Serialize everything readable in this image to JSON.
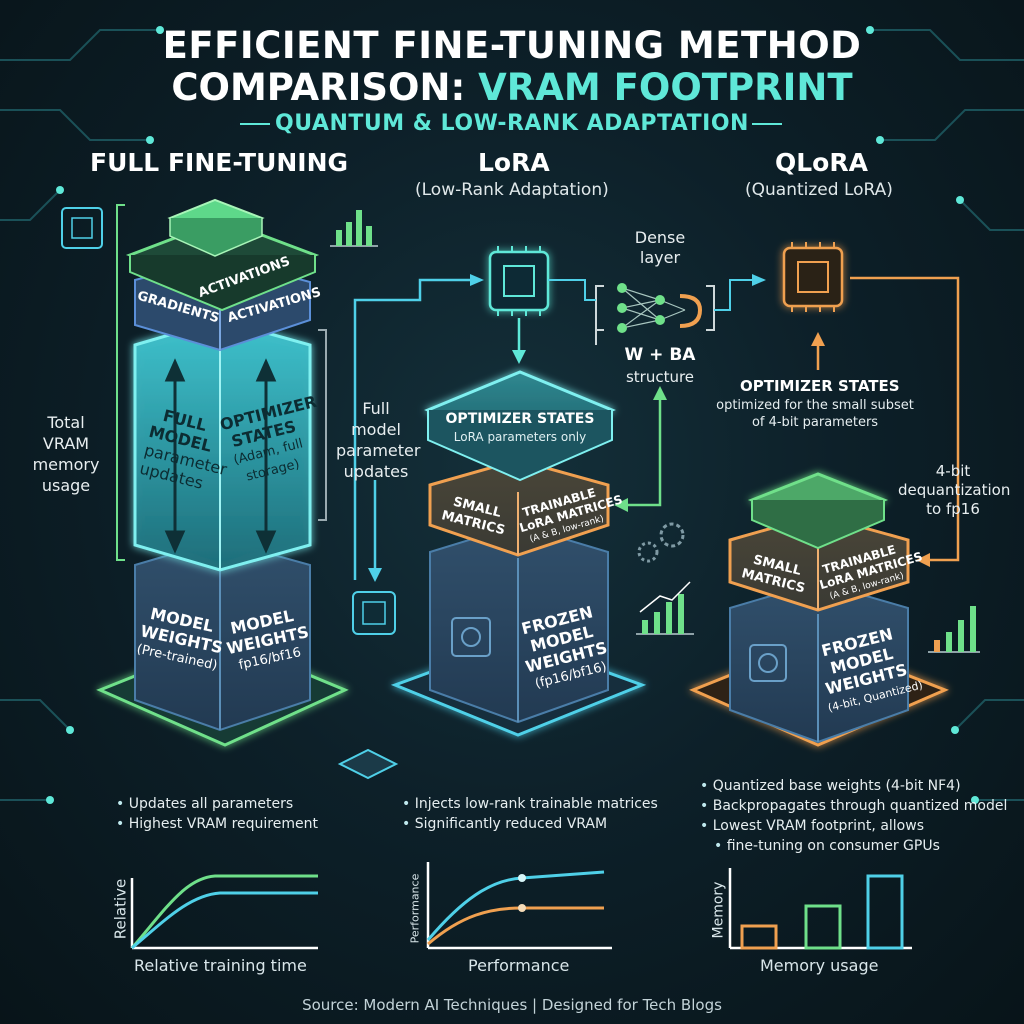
{
  "title": {
    "line1": "EFFICIENT FINE-TUNING METHOD",
    "line2_white": "COMPARISON:",
    "line2_accent": "VRAM FOOTPRINT",
    "subtitle": "QUANTUM & LOW-RANK ADAPTATION"
  },
  "colors": {
    "accent": "#5fe8d8",
    "green": "#6fe08a",
    "cyan": "#4fd0e8",
    "orange": "#f0a050",
    "blue_block": "#2d4a66"
  },
  "full": {
    "heading": "FULL FINE-TUNING",
    "top_faces": [
      "ACTIVATIONS",
      "GRADIENTS",
      "ACTIVATIONS"
    ],
    "front_left": [
      "FULL",
      "MODEL",
      "parameter",
      "updates"
    ],
    "front_right": [
      "OPTIMIZER",
      "STATES",
      "(Adam, full",
      "storage)"
    ],
    "base_left": [
      "MODEL",
      "WEIGHTS",
      "(Pre-trained)"
    ],
    "base_right": [
      "MODEL",
      "WEIGHTS",
      "fp16/bf16"
    ],
    "side_label_left": [
      "Total",
      "VRAM",
      "memory",
      "usage"
    ],
    "side_label_right": [
      "Full",
      "model",
      "parameter",
      "updates"
    ],
    "bullets": [
      "Updates all parameters",
      "Highest VRAM requirement"
    ]
  },
  "lora": {
    "heading": "LoRA",
    "subheading": "(Low-Rank Adaptation)",
    "opt_title": "OPTIMIZER STATES",
    "opt_sub": "LoRA parameters only",
    "small_left": [
      "SMALL",
      "MATRICS"
    ],
    "small_right": [
      "TRAINABLE",
      "LoRA MATRICES",
      "(A & B, low-rank)"
    ],
    "base": [
      "FROZEN",
      "MODEL",
      "WEIGHTS",
      "(fp16/bf16)"
    ],
    "dense_label": [
      "Dense",
      "layer"
    ],
    "wba_title": "W + BA",
    "wba_sub": "structure",
    "bullets": [
      "Injects low-rank trainable matrices",
      "Significantly reduced VRAM"
    ]
  },
  "qlora": {
    "heading": "QLoRA",
    "subheading": "(Quantized LoRA)",
    "opt_title": "OPTIMIZER STATES",
    "opt_sub": [
      "optimized for the small subset",
      "of 4-bit parameters"
    ],
    "dequant": [
      "4-bit",
      "dequantization",
      "to fp16"
    ],
    "small_left": [
      "SMALL",
      "MATRICS"
    ],
    "small_right": [
      "TRAINABLE",
      "LoRA MATRICES",
      "(A & B, low-rank)"
    ],
    "base": [
      "FROZEN",
      "MODEL",
      "WEIGHTS",
      "(4-bit, Quantized)"
    ],
    "bullets": [
      "Quantized base weights (4-bit NF4)",
      "Backpropagates through quantized model",
      "Lowest VRAM footprint, allows",
      "fine-tuning on consumer GPUs"
    ]
  },
  "mini_charts": [
    {
      "xlabel": "Relative training time",
      "ylabel": "Relative"
    },
    {
      "xlabel": "Performance",
      "ylabel": "Performance"
    },
    {
      "xlabel": "Memory usage",
      "ylabel": "Memory"
    }
  ],
  "source": "Source: Modern AI Techniques | Designed for Tech Blogs"
}
